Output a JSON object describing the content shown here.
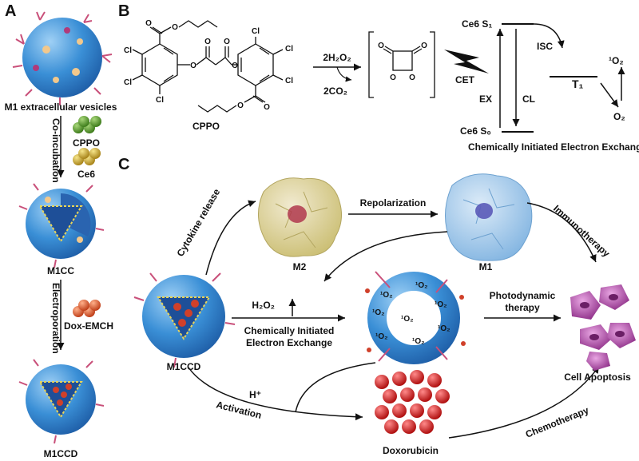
{
  "panels": {
    "a": "A",
    "b": "B",
    "c": "C"
  },
  "panel_a": {
    "vesicle_label": "M1 extracellular vesicles",
    "step1": "Co-incubation",
    "reagent1": "CPPO",
    "reagent2": "Ce6",
    "product1": "M1CC",
    "step2": "Electroporation",
    "reagent3": "Dox-EMCH",
    "product2": "M1CCD"
  },
  "panel_b": {
    "reactant": "CPPO",
    "reagent": "2H₂O₂",
    "byproduct": "2CO₂",
    "cet": "CET",
    "s1": "Ce6 S₁",
    "s0": "Ce6 S₀",
    "isc": "ISC",
    "t1": "T₁",
    "singlet_o2": "¹O₂",
    "o2": "O₂",
    "ex": "EX",
    "cl": "CL",
    "caption": "Chemically Initiated Electron Exchange",
    "atoms": {
      "cl": "Cl",
      "o": "O"
    }
  },
  "panel_c": {
    "cytokine": "Cytokine release",
    "m2": "M2",
    "repolarization": "Repolarization",
    "m1": "M1",
    "immunotherapy": "Immunotherapy",
    "h2o2": "H₂O₂",
    "ciee_line1": "Chemically Initiated",
    "ciee_line2": "Electron Exchange",
    "m1ccd": "M1CCD",
    "pdt_line1": "Photodynamic",
    "pdt_line2": "therapy",
    "apoptosis": "Cell Apoptosis",
    "hplus": "H⁺",
    "activation": "Activation",
    "doxorubicin": "Doxorubicin",
    "chemotherapy": "Chemotherapy",
    "singlet": "¹O₂"
  },
  "colors": {
    "vesicle_blue": "#3a8fd6",
    "vesicle_dark": "#1f5fa8",
    "m2_yellow": "#d9cf8a",
    "m1_blue": "#9cc8ea",
    "dox_red": "#d21c1c",
    "cpp_green": "#5a9e2e",
    "ce6_yellow": "#d4b327",
    "dox_orange": "#e05a2a",
    "cell_purple": "#b24aa8",
    "spike_pink": "#c9507a"
  }
}
